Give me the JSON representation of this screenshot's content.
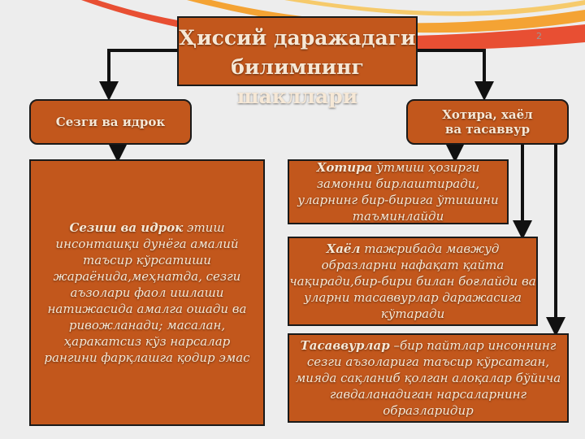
{
  "slide": {
    "page_number": "2"
  },
  "title": {
    "line1": "Ҳиссий даражадаги",
    "line2": "билимнинг шакллари"
  },
  "left_branch": {
    "label": "Сезги ва идрок",
    "term": "Сезиш ва идрок",
    "text": " этиш инсонташқи дунёга амалий таъсир кўрсатиши жараёнида,меҳнатда, сезги аъзолари фаол ишлаши натижасида амалга ошади ва ривожланади; масалан, ҳаракатсиз кўз нарсалар рангини фарқлашга қодир эмас"
  },
  "right_branch": {
    "label_line1": "Хотира, хаёл",
    "label_line2": "ва тасаввур",
    "items": [
      {
        "term": "Хотира",
        "text": " ўтмиш ҳозирги замонни бирлаштиради, уларнинг бир-бирига ўтишини таъминлайди"
      },
      {
        "term": "Хаёл",
        "text": " тажрибада мавжуд образларни нафақат қайта чақиради,бир-бири билан боғлайди ва уларни тасаввурлар даражасига кўтаради"
      },
      {
        "term": "Тасаввурлар",
        "text": " –бир пайтлар инсоннинг сезги аъзоларига таъсир кўрсатган, мияда сақланиб қолган алоқалар бўйича гавдаланадиган нарсаларнинг образларидир"
      }
    ]
  },
  "colors": {
    "box_fill": "#c2571c",
    "box_border": "#1a1a1a",
    "text": "#f6e8d6",
    "background": "#ededed"
  }
}
